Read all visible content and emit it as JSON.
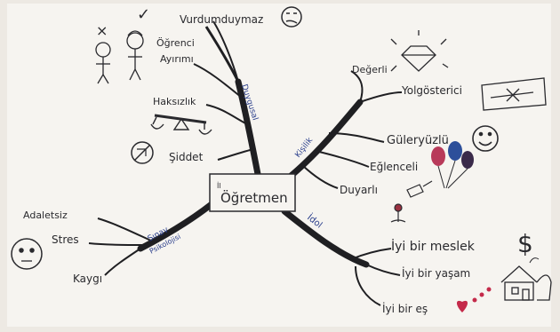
{
  "center": {
    "label": "Öğretmen",
    "prefix": "İl"
  },
  "branches": {
    "top_left": {
      "label": "Duygusal",
      "leaves": [
        "Vurdumduymaz",
        "Öğrenci",
        "Ayırımı",
        "Haksızlık",
        "Şiddet"
      ]
    },
    "top_right": {
      "label": "Kişilik",
      "leaves": [
        "Değerli",
        "Yolgösterici",
        "Güleryüzlü",
        "Eğlenceli",
        "Duyarlı"
      ]
    },
    "bottom_left": {
      "label": "Sınav",
      "label2": "Psikolojisi",
      "leaves": [
        "Adaletsiz",
        "Stres",
        "Kaygı"
      ]
    },
    "bottom_right": {
      "label": "İdol",
      "leaves": [
        "İyi bir meslek",
        "İyi bir yaşam",
        "İyi bir eş"
      ]
    }
  },
  "symbols": {
    "dollar": "$",
    "cross": "×",
    "check": "✓"
  },
  "colors": {
    "paper": "#f6f4f0",
    "ink": "#2a2a2e",
    "branch": "#1f1f22",
    "blue_ink": "#2b3f8c",
    "heart": "#c42a4a"
  }
}
